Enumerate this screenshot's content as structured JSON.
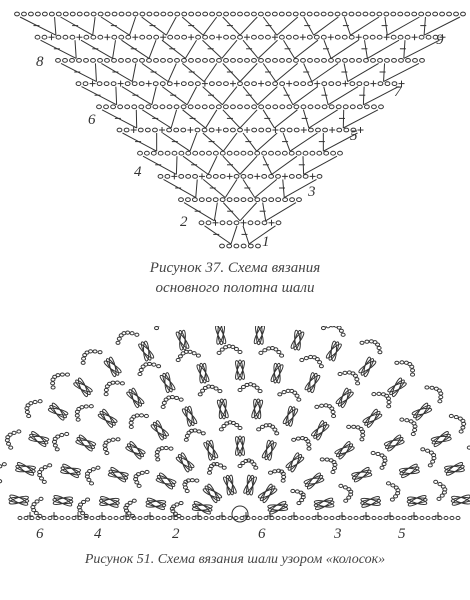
{
  "figure37": {
    "caption_line1": "Рисунок 37. Схема вязания",
    "caption_line2": "основного полотна шали",
    "row_labels": [
      "1",
      "2",
      "3",
      "4",
      "5",
      "6",
      "7",
      "8",
      "9"
    ]
  },
  "figure51": {
    "caption": "Рисунок 51. Схема вязания шали узором «колосок»",
    "bottom_labels": [
      "6",
      "4",
      "2",
      "6",
      "3",
      "5"
    ]
  }
}
